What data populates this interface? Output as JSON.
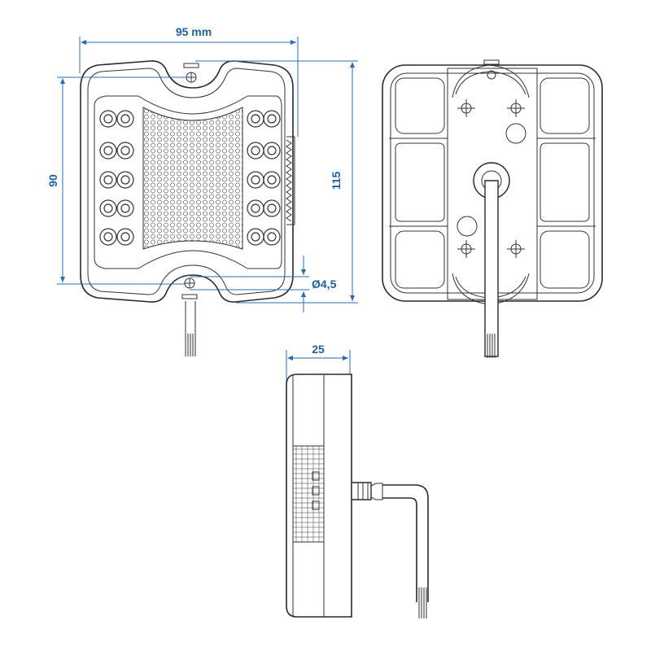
{
  "dimensions": {
    "width": "95 mm",
    "height_inner": "90",
    "height_outer": "115",
    "hole": "Ø4,5",
    "depth": "25"
  },
  "colors": {
    "dimension": "#1f5f9e",
    "outline": "#2a2a2a"
  }
}
